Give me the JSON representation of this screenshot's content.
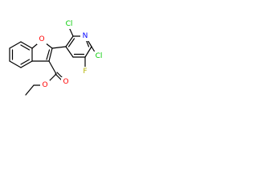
{
  "molecule": {
    "atom_labels": {
      "o_ring": "O",
      "o_carbonyl": "O",
      "o_ester": "O",
      "n_ring": "N",
      "cl_top": "Cl",
      "cl_right": "Cl",
      "f": "F"
    },
    "colors": {
      "bond": "#000000",
      "oxygen": "#ff0000",
      "nitrogen": "#0000ff",
      "chlorine": "#00cc00",
      "fluorine": "#b3b300"
    }
  }
}
